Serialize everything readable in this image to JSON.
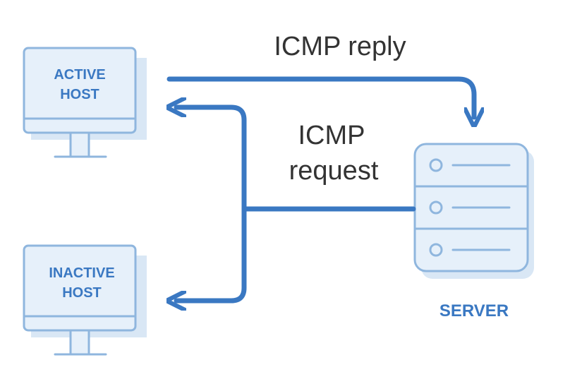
{
  "colors": {
    "arrow": "#3a78c2",
    "outline": "#8fb6de",
    "fill": "#e6f0fa",
    "shadow": "#d9e7f5",
    "label_text": "#3a78c2",
    "flow_text": "#333333"
  },
  "nodes": {
    "active_host": {
      "line1": "ACTIVE",
      "line2": "HOST",
      "icon": "monitor-icon"
    },
    "inactive_host": {
      "line1": "INACTIVE",
      "line2": "HOST",
      "icon": "monitor-icon"
    },
    "server": {
      "label": "SERVER",
      "icon": "server-icon"
    }
  },
  "edges": {
    "reply": {
      "label": "ICMP reply",
      "from": "ACTIVE HOST",
      "to": "SERVER"
    },
    "request": {
      "label_line1": "ICMP",
      "label_line2": "request",
      "from": "SERVER",
      "to": [
        "ACTIVE HOST",
        "INACTIVE HOST"
      ]
    }
  }
}
